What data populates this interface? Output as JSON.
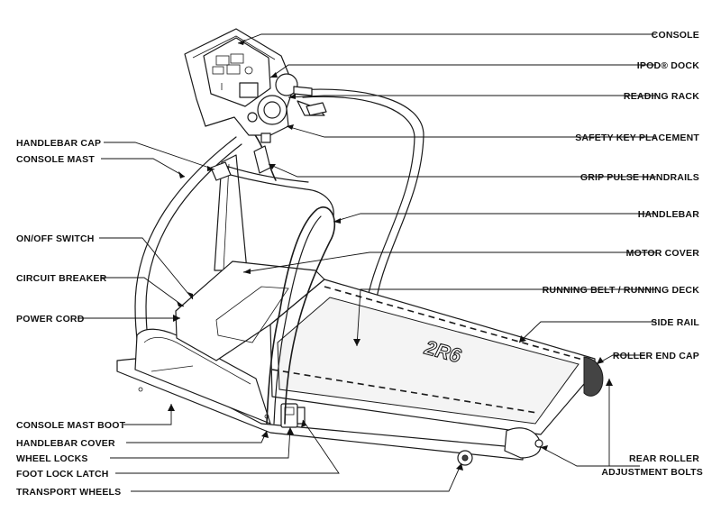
{
  "labels": {
    "left": [
      "HANDLEBAR CAP",
      "CONSOLE MAST",
      "ON/OFF SWITCH",
      "CIRCUIT BREAKER",
      "POWER CORD",
      "CONSOLE MAST BOOT",
      "HANDLEBAR COVER",
      "WHEEL LOCKS",
      "FOOT LOCK LATCH",
      "TRANSPORT WHEELS"
    ],
    "right": [
      "CONSOLE",
      "IPOD® DOCK",
      "READING RACK",
      "SAFETY KEY PLACEMENT",
      "GRIP PULSE HANDRAILS",
      "HANDLEBAR",
      "MOTOR COVER",
      "RUNNING BELT / RUNNING DECK",
      "SIDE RAIL",
      "ROLLER END CAP",
      "REAR ROLLER",
      "ADJUSTMENT BOLTS"
    ]
  },
  "deck_logo": "2R6"
}
